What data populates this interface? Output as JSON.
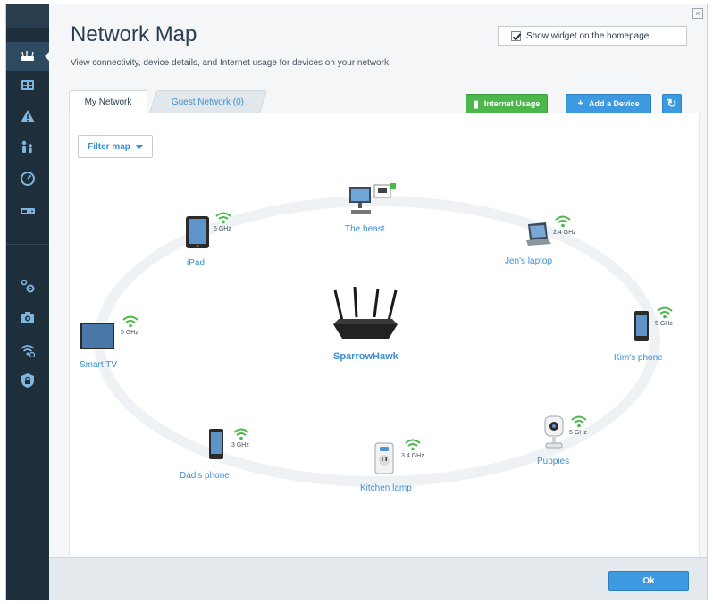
{
  "page": {
    "title": "Network Map",
    "subtitle": "View connectivity, device details, and Internet usage for devices on your network.",
    "widget_label": "Show widget on the homepage",
    "widget_checked": true
  },
  "tabs": [
    {
      "label": "My Network",
      "active": true
    },
    {
      "label": "Guest Network (0)",
      "active": false
    }
  ],
  "buttons": {
    "internet_usage": "Internet Usage",
    "add_device": "Add a Device",
    "refresh_icon": "refresh-icon",
    "filter": "Filter map",
    "ok": "Ok"
  },
  "router": {
    "name": "SparrowHawk"
  },
  "devices": [
    {
      "name": "The beast",
      "freq": "",
      "icon": "desktop-icon"
    },
    {
      "name": "iPad",
      "freq": "5 GHz",
      "icon": "tablet-icon"
    },
    {
      "name": "Jen's laptop",
      "freq": "2.4 GHz",
      "icon": "laptop-icon"
    },
    {
      "name": "Smart TV",
      "freq": "5 GHz",
      "icon": "tv-icon"
    },
    {
      "name": "Kim's phone",
      "freq": "5 GHz",
      "icon": "phone-icon"
    },
    {
      "name": "Dad's phone",
      "freq": "3 GHz",
      "icon": "phone-icon"
    },
    {
      "name": "Kitchen lamp",
      "freq": "3.4 GHz",
      "icon": "smart-plug-icon"
    },
    {
      "name": "Puppies",
      "freq": "5 GHz",
      "icon": "camera-icon"
    }
  ],
  "sidebar": {
    "items": [
      {
        "icon": "router-icon",
        "active": true
      },
      {
        "icon": "device-list-icon"
      },
      {
        "icon": "alert-icon"
      },
      {
        "icon": "parental-controls-icon"
      },
      {
        "icon": "speed-test-icon"
      },
      {
        "icon": "external-storage-icon"
      },
      {
        "icon": "settings-icon"
      },
      {
        "icon": "media-prioritization-icon"
      },
      {
        "icon": "wifi-settings-icon"
      },
      {
        "icon": "security-icon"
      }
    ]
  },
  "colors": {
    "sidebar": "#1f2e3b",
    "accent_blue": "#3d9ae0",
    "accent_green": "#4cb84c",
    "link_blue": "#3b8ed0"
  }
}
